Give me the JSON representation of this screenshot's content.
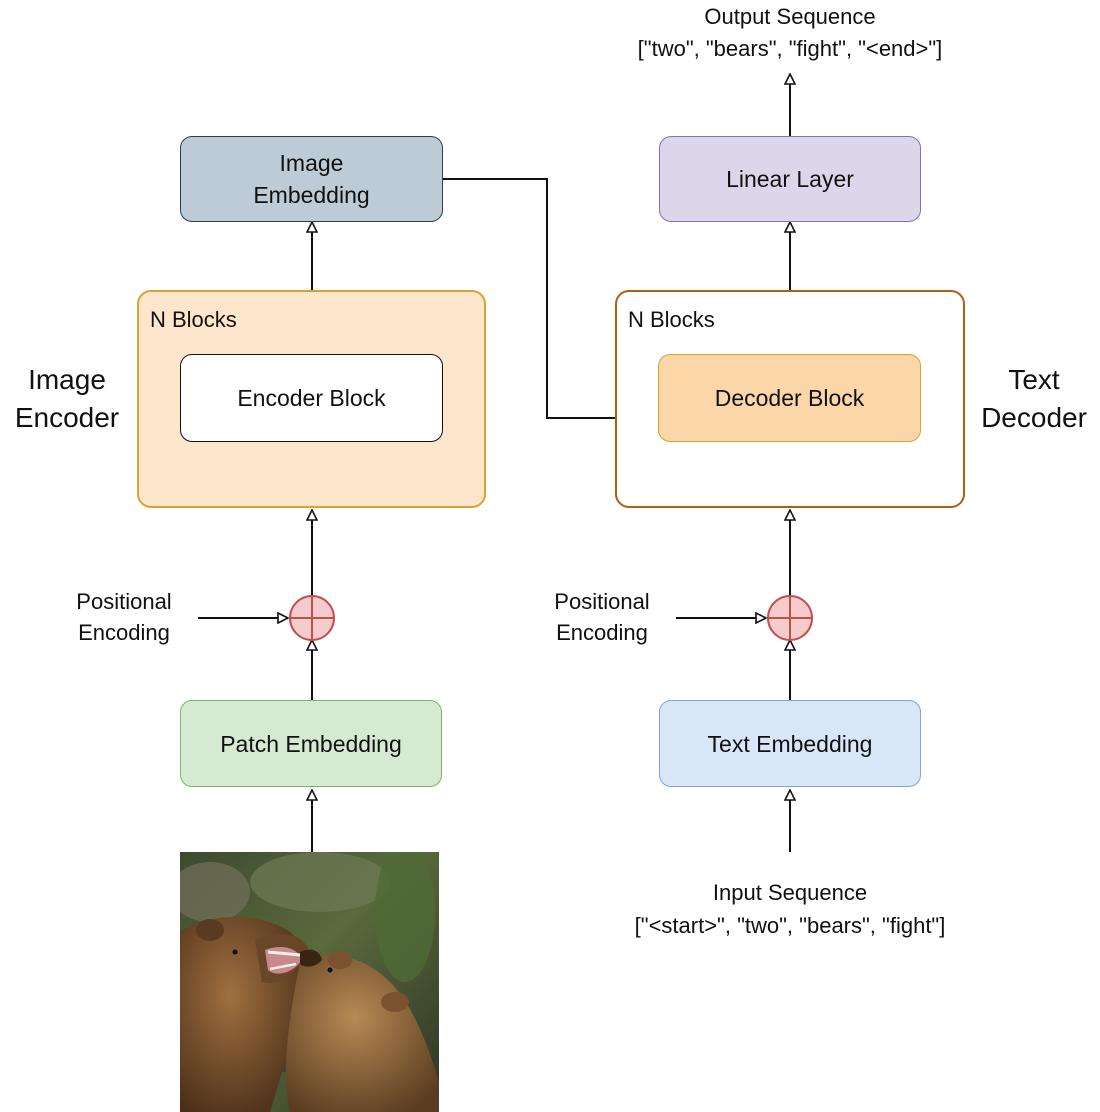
{
  "output": {
    "title": "Output Sequence",
    "tokens": "[\"two\", \"bears\", \"fight\", \"<end>\"]"
  },
  "input": {
    "title": "Input Sequence",
    "tokens": "[\"<start>\", \"two\", \"bears\", \"fight\"]"
  },
  "encoder": {
    "side_label_line1": "Image",
    "side_label_line2": "Encoder",
    "n_blocks_label": "N Blocks",
    "block_label": "Encoder Block",
    "embedding_label_line1": "Image",
    "embedding_label_line2": "Embedding",
    "patch_embedding_label": "Patch Embedding",
    "positional_line1": "Positional",
    "positional_line2": "Encoding"
  },
  "decoder": {
    "side_label_line1": "Text",
    "side_label_line2": "Decoder",
    "n_blocks_label": "N Blocks",
    "block_label": "Decoder Block",
    "linear_label": "Linear Layer",
    "text_embedding_label": "Text Embedding",
    "positional_line1": "Positional",
    "positional_line2": "Encoding"
  },
  "colors": {
    "image_embedding_fill": "#bccbd6",
    "image_embedding_stroke": "#2c3e50",
    "encoder_container_fill": "#fde6cc",
    "encoder_container_stroke": "#d9a233",
    "decoder_container_stroke": "#b35d12",
    "decoder_block_fill": "#fbd6a8",
    "decoder_block_stroke": "#d9a233",
    "linear_fill": "#dcd6ea",
    "linear_stroke": "#8272b3",
    "patch_fill": "#d6ead2",
    "patch_stroke": "#7bb370",
    "text_emb_fill": "#d8e6f8",
    "text_emb_stroke": "#7da6d8",
    "adder_fill": "#f5cccc",
    "adder_stroke": "#c0504d"
  },
  "icons": {
    "adder": "circle-plus-icon",
    "photo": "bears-photo"
  }
}
